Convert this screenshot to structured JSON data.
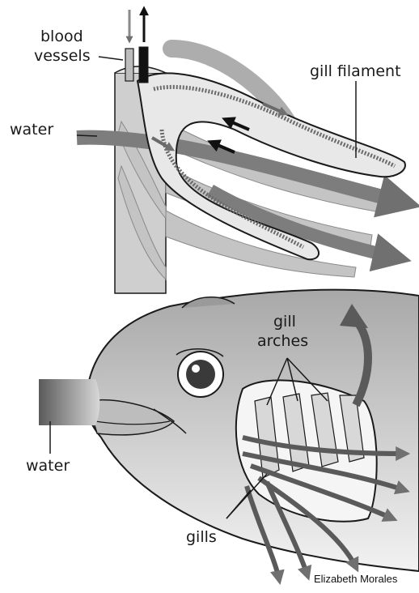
{
  "labels": {
    "blood_vessels_line1": "blood",
    "blood_vessels_line2": "vessels",
    "gill_filament": "gill filament",
    "water_top": "water",
    "gill_arches_line1": "gill",
    "gill_arches_line2": "arches",
    "water_left": "water",
    "gills": "gills"
  },
  "credit": "Elizabeth Morales",
  "colors": {
    "dark_gray": "#5e5e5e",
    "mid_gray": "#9a9a9a",
    "light_gray": "#cfcfcf",
    "outline": "#1a1a1a"
  }
}
